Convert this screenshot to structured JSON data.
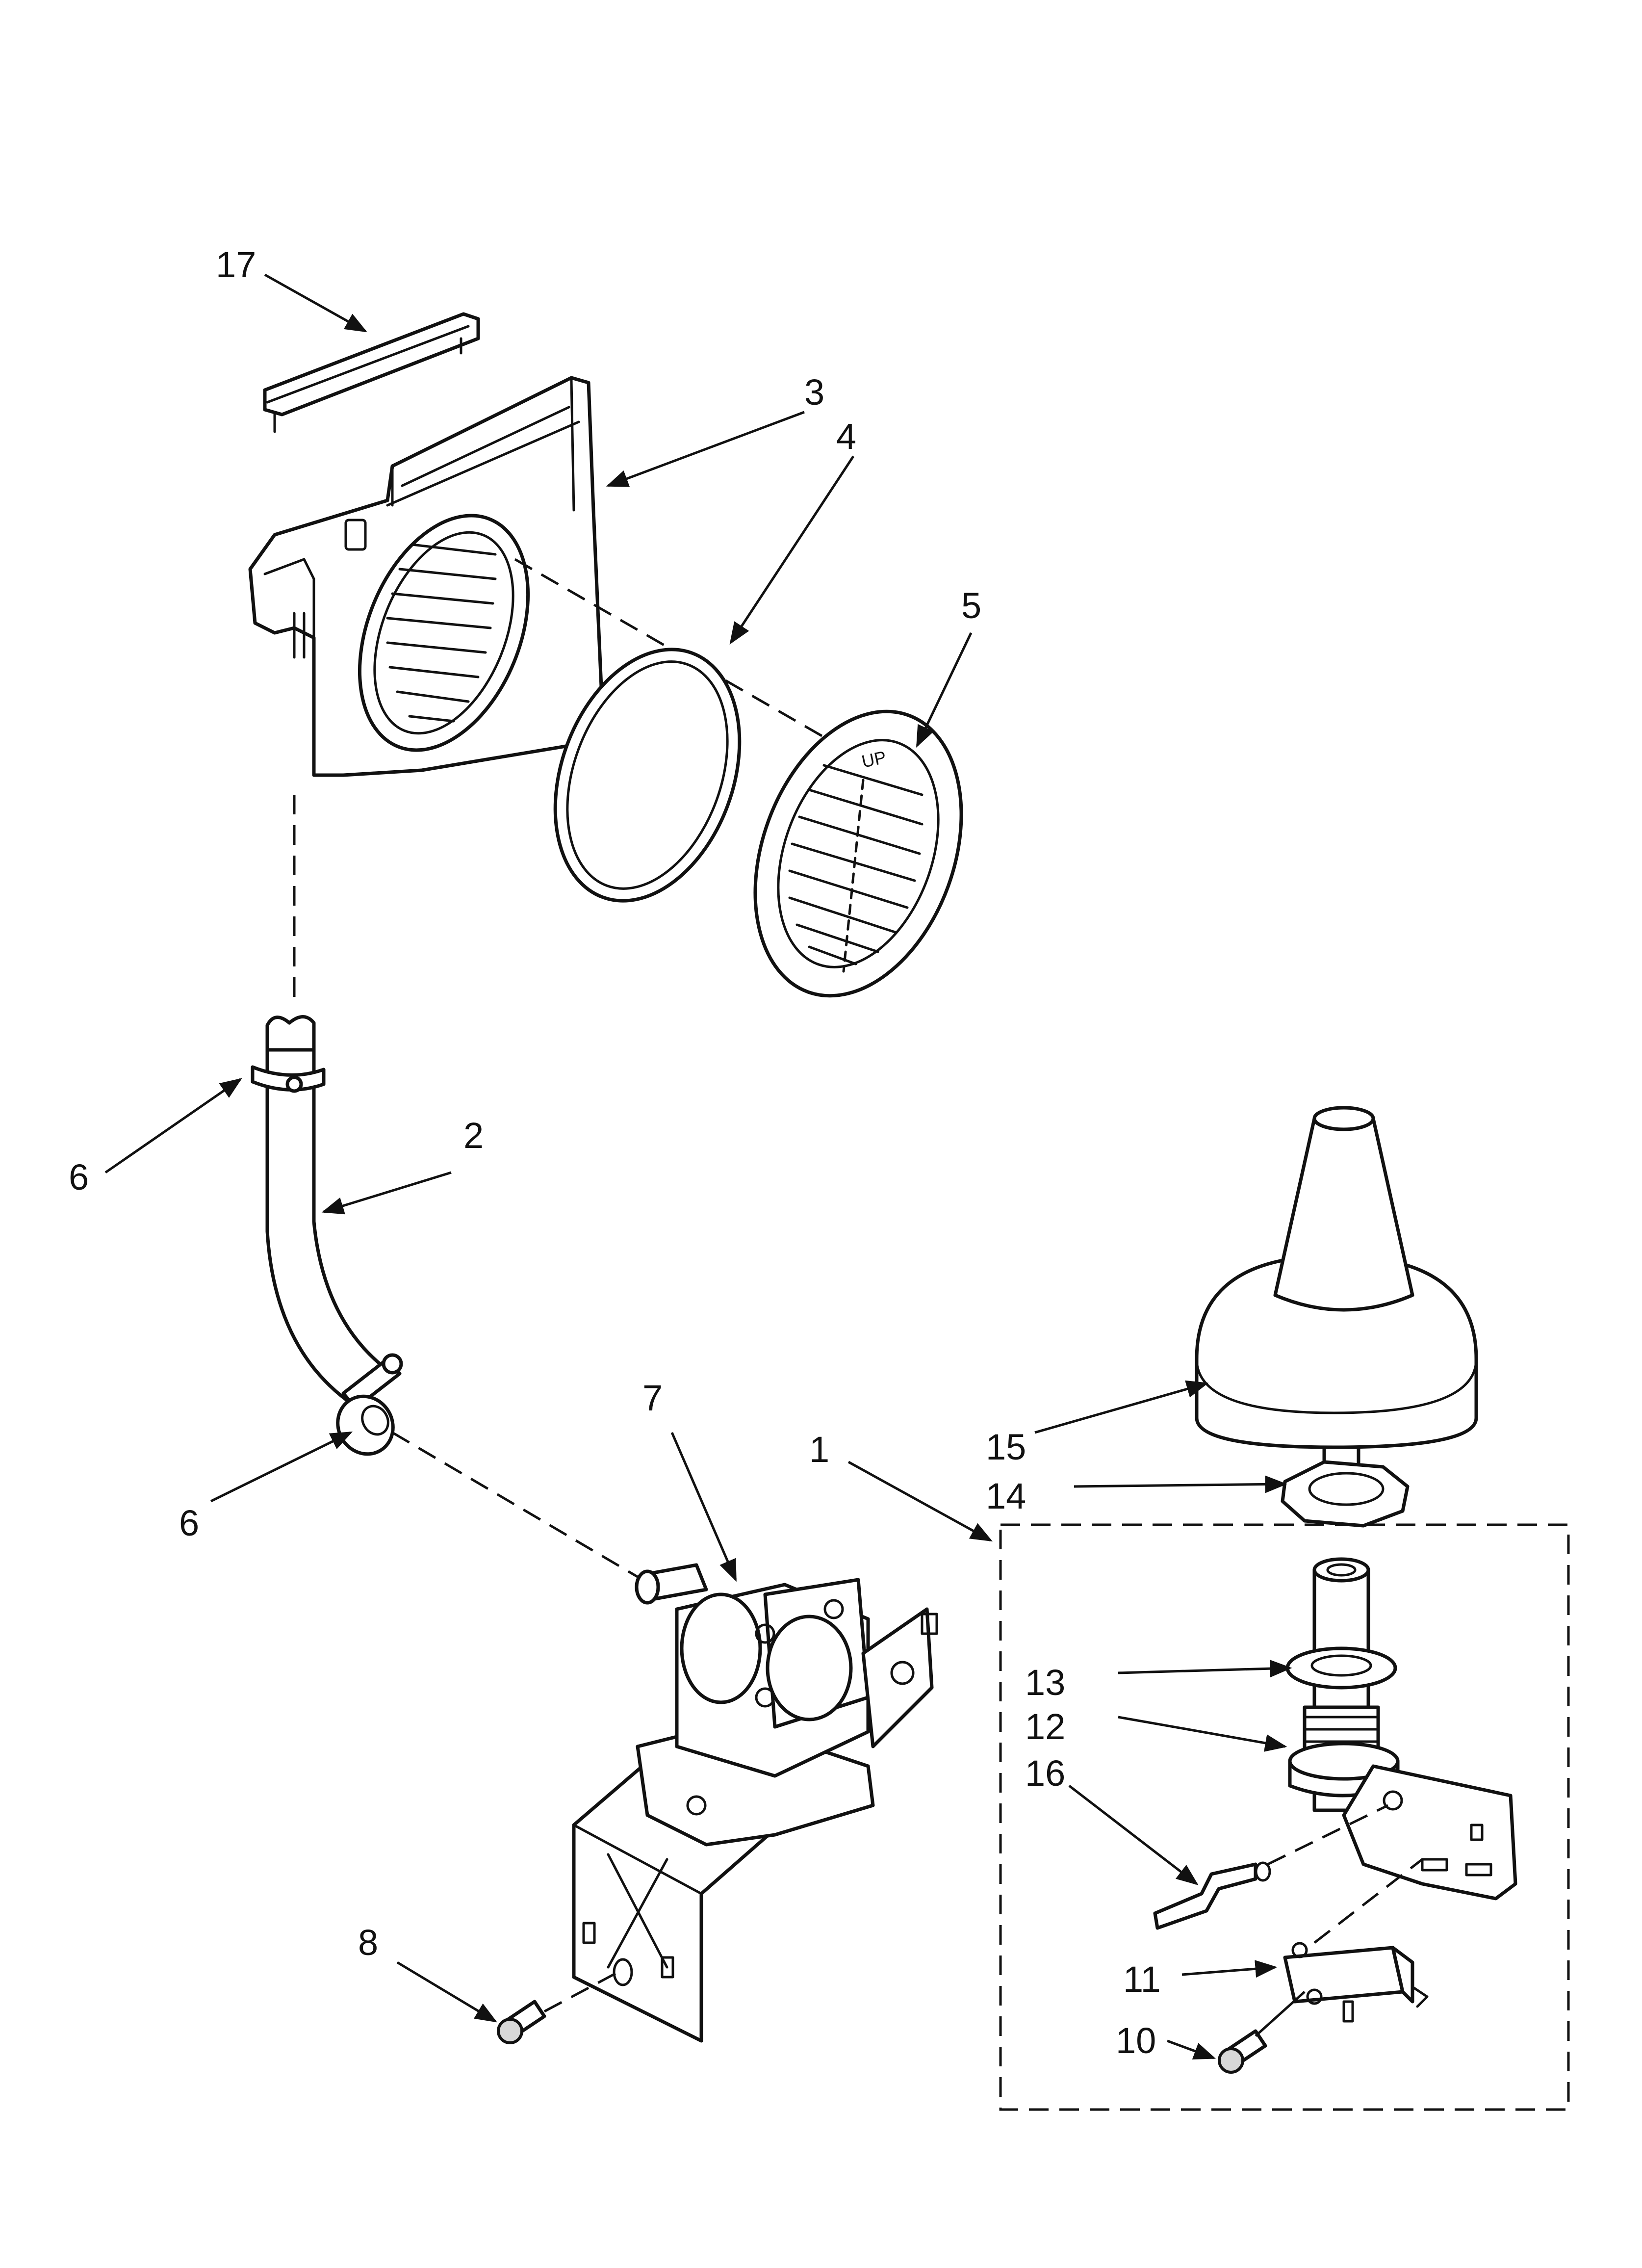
{
  "callouts": {
    "p1": "1",
    "p2": "2",
    "p3": "3",
    "p4": "4",
    "p5": "5",
    "p6a": "6",
    "p6b": "6",
    "p7": "7",
    "p8": "8",
    "p10": "10",
    "p11": "11",
    "p12": "12",
    "p13": "13",
    "p14": "14",
    "p15": "15",
    "p16": "16",
    "p17": "17"
  },
  "grille_mark": "UP",
  "colors": {
    "line": "#111111",
    "background": "#ffffff"
  }
}
